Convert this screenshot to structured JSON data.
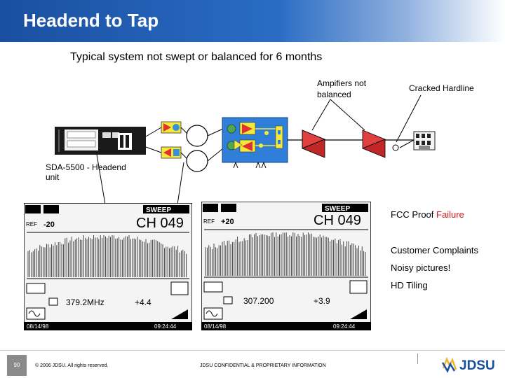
{
  "header": {
    "title": "Headend to Tap"
  },
  "subtitle": "Typical system not swept or balanced for 6 months",
  "labels": {
    "amplifiers_line1": "Ampifiers not",
    "amplifiers_line2": "balanced",
    "cracked": "Cracked Hardline",
    "headend_line1": "SDA-5500 - Headend",
    "headend_line2": "unit"
  },
  "results": {
    "fcc_prefix": "FCC Proof ",
    "fcc_failure": "Failure",
    "complaints": "Customer Complaints",
    "noisy": "Noisy pictures!",
    "tiling": "HD Tiling"
  },
  "screen_left": {
    "mode": "SWEEP",
    "ref": "REF",
    "level": "-20",
    "channel": "CH 049",
    "freq": "379.2MHz",
    "delta": "+4.4",
    "date": "08/14/98",
    "time": "09:24:44"
  },
  "screen_right": {
    "mode": "SWEEP",
    "ref": "REF",
    "level": "+20",
    "channel": "CH 049",
    "freq": "307.200",
    "delta": "+3.9",
    "date": "08/14/98",
    "time": "09:24:44"
  },
  "footer": {
    "page": "90",
    "copyright": "© 2006 JDSU. All rights reserved.",
    "confidential": "JDSU CONFIDENTIAL & PROPRIETARY INFORMATION",
    "logo": "JDSU"
  },
  "colors": {
    "header_blue": "#1a4fa0",
    "amp_red": "#d83838",
    "module_blue": "#2f7fd8",
    "failure_red": "#d01c1c"
  }
}
